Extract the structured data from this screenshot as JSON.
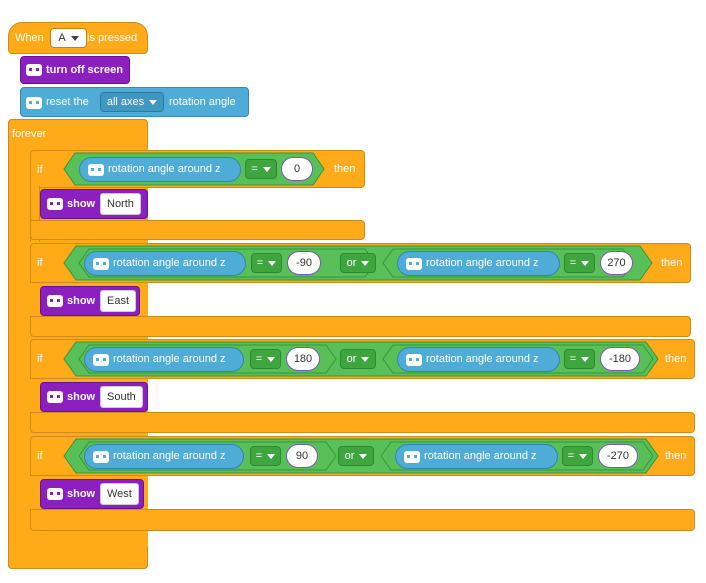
{
  "hat": {
    "when": "When",
    "key": "A",
    "pressed": "is pressed"
  },
  "turn_off": "turn off screen",
  "reset": {
    "prefix": "reset the",
    "axes": "all axes",
    "suffix": "rotation angle"
  },
  "forever": "forever",
  "if_label": "if",
  "then_label": "then",
  "show_label": "show",
  "reporter_label": "rotation angle around z",
  "eq_op": "=",
  "or_op": "or",
  "branches": [
    {
      "left": "0",
      "right": null,
      "show": "North"
    },
    {
      "left": "-90",
      "right": "270",
      "show": "East"
    },
    {
      "left": "180",
      "right": "-180",
      "show": "South"
    },
    {
      "left": "90",
      "right": "-270",
      "show": "West"
    }
  ],
  "colors": {
    "control": "#FFAB19",
    "looks": "#8C1FC0",
    "sensing": "#4FACD6",
    "operators": "#59C059"
  },
  "icons": {
    "device": "robot-face-icon",
    "dropdown": "caret-down-icon"
  }
}
